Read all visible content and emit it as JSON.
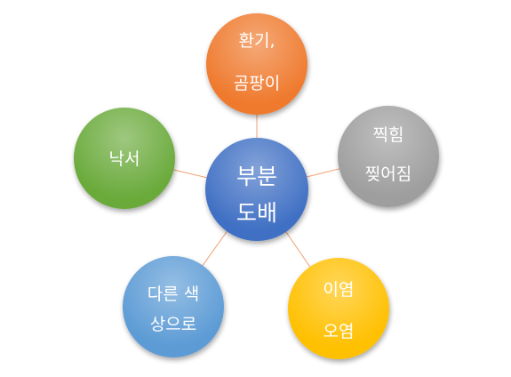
{
  "diagram": {
    "center": {
      "lines": [
        "부분",
        "도배"
      ],
      "color": "#3f6fc4"
    },
    "nodes": [
      {
        "id": "top",
        "lines": [
          "환기,",
          "곰팡이"
        ],
        "color": "#ef7a2e"
      },
      {
        "id": "right",
        "lines": [
          "찍힘",
          "찢어짐"
        ],
        "color": "#9e9e9e"
      },
      {
        "id": "bottom-right",
        "lines": [
          "이염",
          "오염"
        ],
        "color": "#ffc000"
      },
      {
        "id": "bottom-left",
        "lines": [
          "다른 색",
          "상으로"
        ],
        "color": "#5b9bd5"
      },
      {
        "id": "left",
        "lines": [
          "낙서"
        ],
        "color": "#6aaa3a"
      }
    ],
    "connector_color": "#f0a070"
  }
}
